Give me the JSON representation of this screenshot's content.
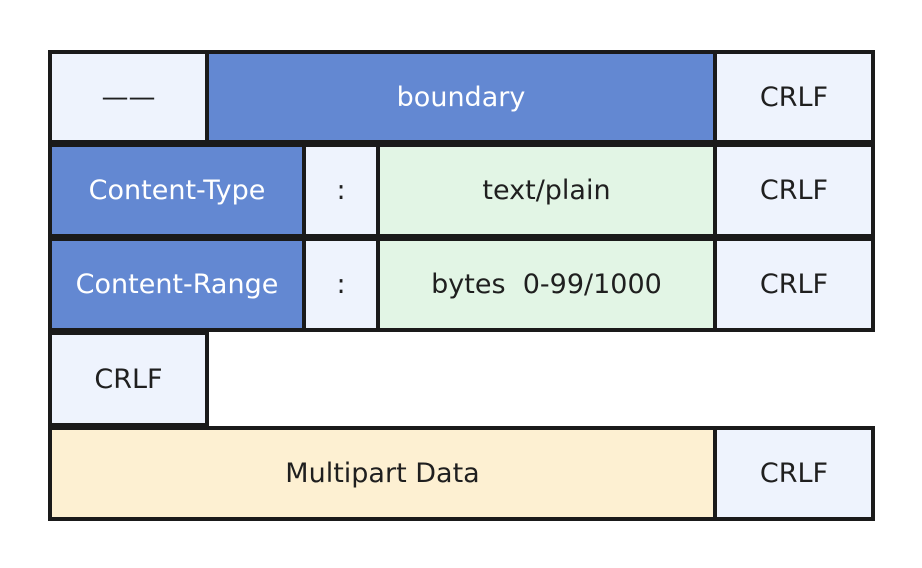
{
  "rows": [
    {
      "cells": [
        {
          "text": "——",
          "kind": "light"
        },
        {
          "text": "boundary",
          "kind": "blue"
        },
        {
          "text": "CRLF",
          "kind": "light"
        }
      ]
    },
    {
      "cells": [
        {
          "text": "Content-Type",
          "kind": "blue"
        },
        {
          "text": ":",
          "kind": "light"
        },
        {
          "text": "text/plain",
          "kind": "green"
        },
        {
          "text": "CRLF",
          "kind": "light"
        }
      ]
    },
    {
      "cells": [
        {
          "text": "Content-Range",
          "kind": "blue"
        },
        {
          "text": ":",
          "kind": "light"
        },
        {
          "text": "bytes  0-99/1000",
          "kind": "green"
        },
        {
          "text": "CRLF",
          "kind": "light"
        }
      ]
    },
    {
      "cells": [
        {
          "text": "CRLF",
          "kind": "light"
        }
      ]
    },
    {
      "cells": [
        {
          "text": "Multipart Data",
          "kind": "yellow"
        },
        {
          "text": "CRLF",
          "kind": "light"
        }
      ]
    }
  ],
  "colors": {
    "border": "#1a1a1a",
    "light": "#eef3fd",
    "blue": "#6388d2",
    "green": "#e2f5e5",
    "yellow": "#fdf0d2"
  }
}
